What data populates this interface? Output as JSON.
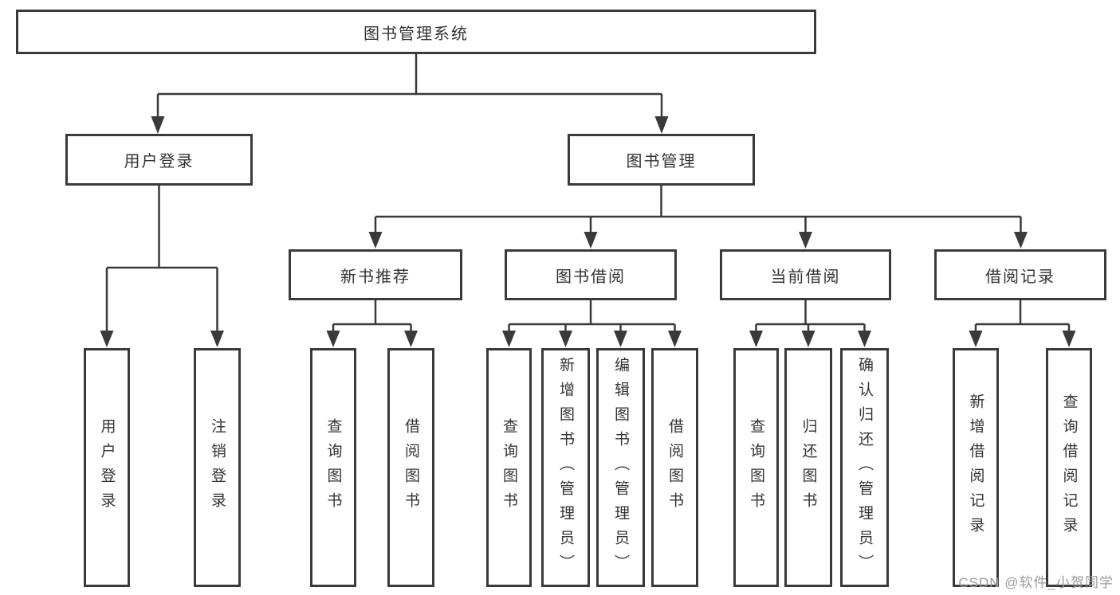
{
  "diagram": {
    "root": {
      "label": "图书管理系统"
    },
    "level2": [
      {
        "label": "用户登录"
      },
      {
        "label": "图书管理"
      }
    ],
    "level3": [
      {
        "label": "新书推荐"
      },
      {
        "label": "图书借阅"
      },
      {
        "label": "当前借阅"
      },
      {
        "label": "借阅记录"
      }
    ],
    "leaves": {
      "user_login": [
        "用户登录",
        "注销登录"
      ],
      "new_book_recommendation": [
        "查询图书",
        "借阅图书"
      ],
      "book_borrowing": [
        "查询图书",
        "新增图书（管理员）",
        "编辑图书（管理员）",
        "借阅图书"
      ],
      "current_borrowing": [
        "查询图书",
        "归还图书",
        "确认归还（管理员）"
      ],
      "borrowing_records": [
        "新增借阅记录",
        "查询借阅记录"
      ]
    },
    "watermark": "CSDN @软件_小贺同学",
    "colors": {
      "line": "#3a3a3a",
      "text": "#333333",
      "background": "#ffffff",
      "watermark": "#9c9c9c"
    }
  }
}
